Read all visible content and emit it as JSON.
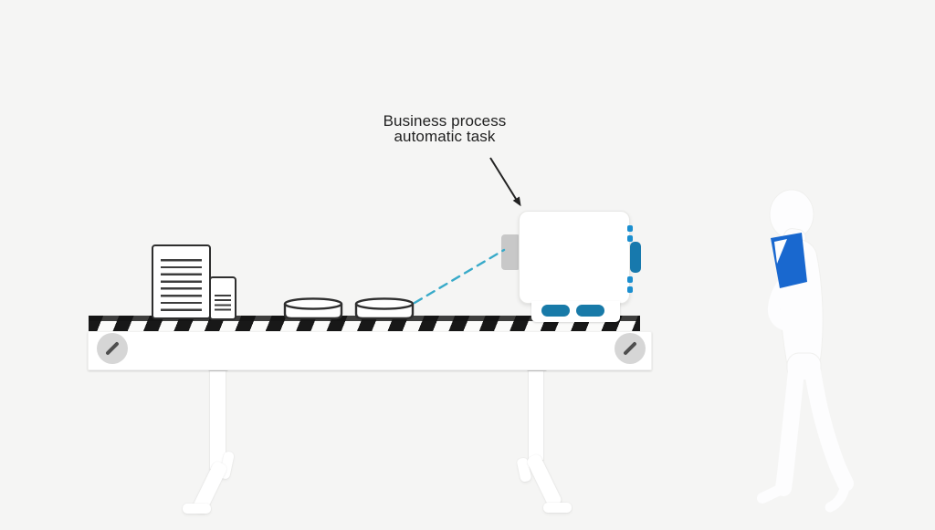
{
  "annotation": {
    "line1": "Business process",
    "line2": "automatic task"
  },
  "scene": {
    "background": "#f5f5f4",
    "object_names": [
      "document-stack-icon",
      "cylinder-part-icon",
      "automation-machine-icon",
      "conveyor-belt-icon",
      "walking-person-silhouette-icon",
      "dashed-scan-link",
      "annotation-arrow"
    ],
    "colors": {
      "belt_stripe": "#181818",
      "outline": "#2e2e2e",
      "machine_pill_teal": "#187aa8",
      "machine_side_blue": "#1b8fd0",
      "dashed_connector": "#38aac9",
      "held_object_blue": "#1968cf",
      "roller_gray": "#d6d6d6",
      "tab_gray": "#c8c8c8",
      "text": "#222222"
    }
  }
}
